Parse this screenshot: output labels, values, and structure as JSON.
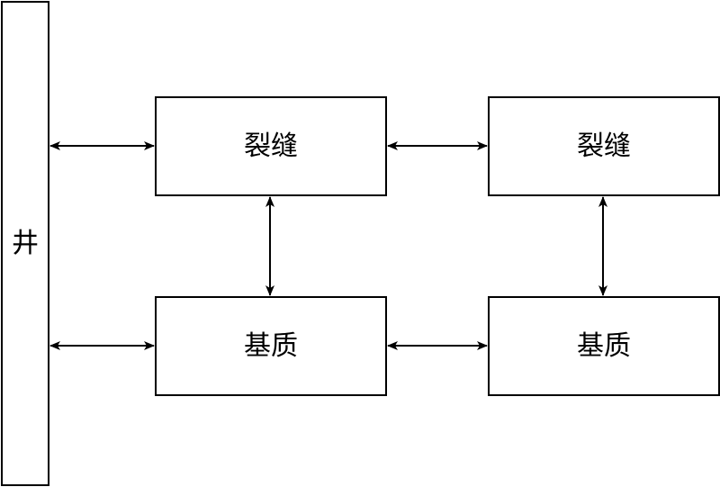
{
  "well": {
    "label": "井"
  },
  "fracture_left": {
    "label": "裂缝"
  },
  "fracture_right": {
    "label": "裂缝"
  },
  "matrix_left": {
    "label": "基质"
  },
  "matrix_right": {
    "label": "基质"
  },
  "colors": {
    "stroke": "#000000",
    "background": "#ffffff"
  }
}
